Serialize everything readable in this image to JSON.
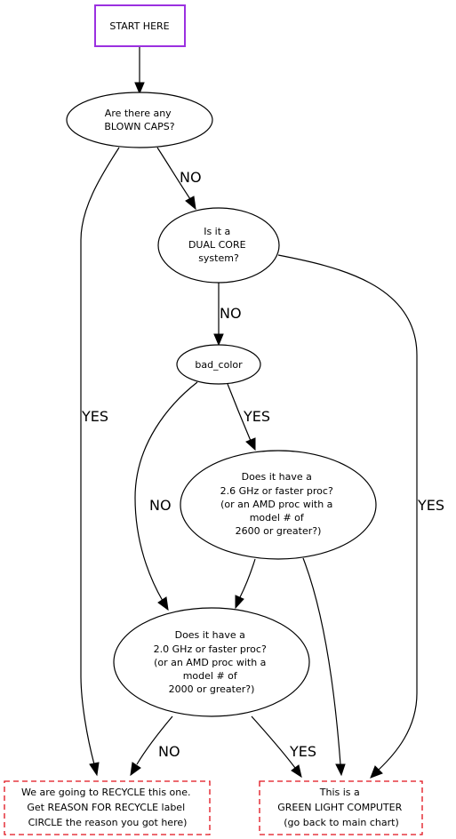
{
  "nodes": {
    "start": {
      "lines": [
        "START HERE"
      ],
      "border_color": "#9b30e0"
    },
    "blown_caps": {
      "lines": [
        "Are there any",
        "BLOWN CAPS?"
      ]
    },
    "dual_core": {
      "lines": [
        "Is it a",
        "DUAL CORE",
        "system?"
      ]
    },
    "bad_color": {
      "lines": [
        "bad_color"
      ]
    },
    "ghz26": {
      "lines": [
        "Does it have a",
        "2.6 GHz or faster proc?",
        "(or an AMD proc with a",
        "model # of",
        "2600 or greater?)"
      ]
    },
    "ghz20": {
      "lines": [
        "Does it have a",
        "2.0 GHz or faster proc?",
        "(or an AMD proc with a",
        "model # of",
        "2000 or greater?)"
      ]
    },
    "recycle": {
      "lines": [
        "We are going to RECYCLE this one.",
        "Get REASON FOR RECYCLE label",
        "CIRCLE the reason you got here)"
      ],
      "border_color": "#e0101a"
    },
    "green": {
      "lines": [
        "This is a",
        "GREEN LIGHT COMPUTER",
        "(go back to main chart)"
      ],
      "border_color": "#e0101a"
    }
  },
  "edge_labels": {
    "caps_no": "NO",
    "caps_yes": "YES",
    "dual_no": "NO",
    "dual_yes": "YES",
    "bad_yes": "YES",
    "bad_no": "NO",
    "ghz20_no": "NO",
    "ghz20_yes": "YES"
  }
}
